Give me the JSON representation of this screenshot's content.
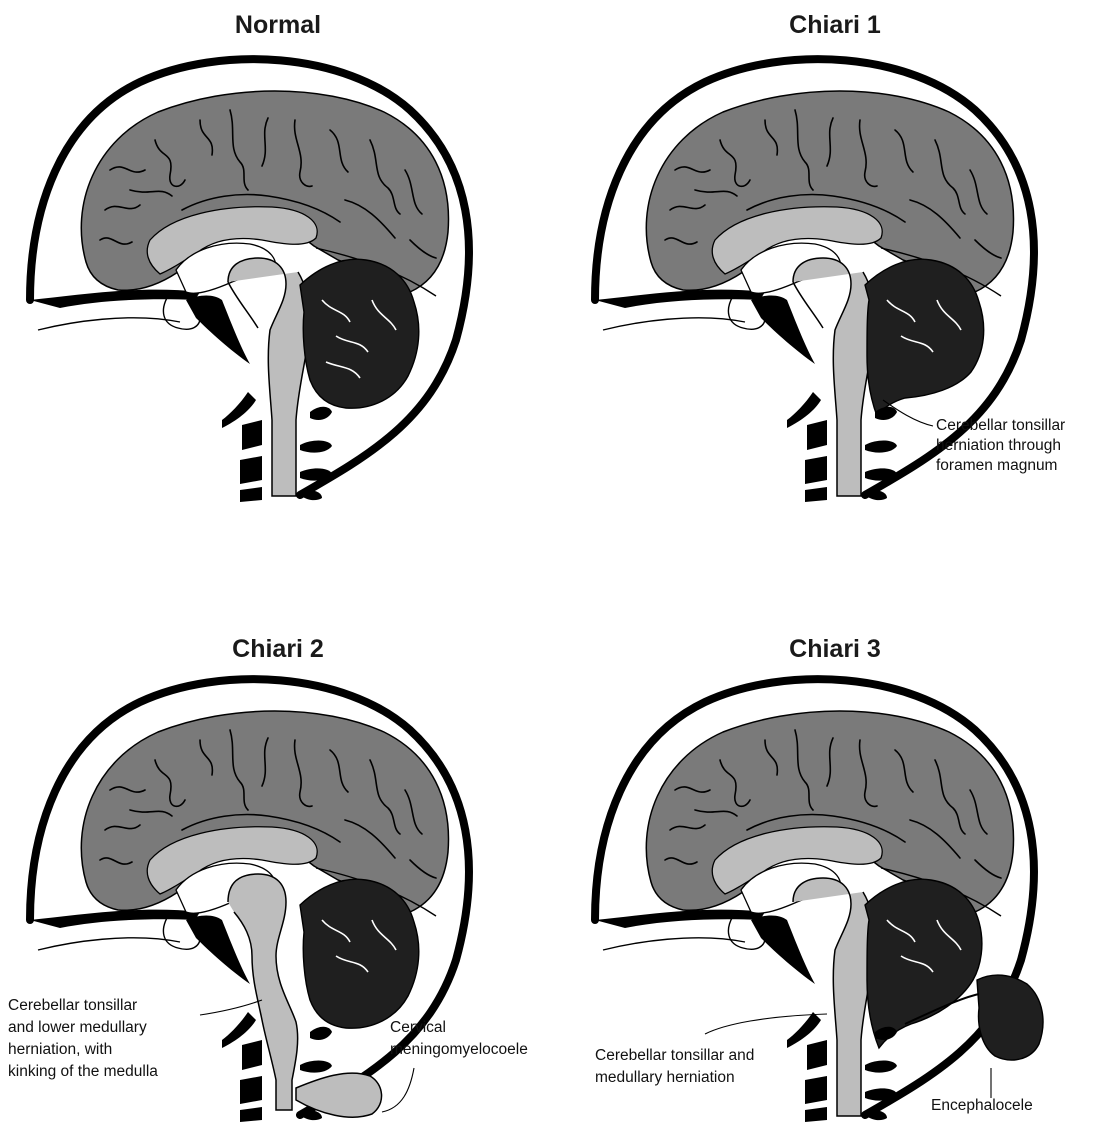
{
  "panels": [
    {
      "id": "normal",
      "title": "Normal",
      "labels": []
    },
    {
      "id": "chiari1",
      "title": "Chiari 1",
      "labels": [
        {
          "lines": [
            "Cerebellar tonsillar",
            "herniation through",
            "foramen magnum"
          ]
        }
      ]
    },
    {
      "id": "chiari2",
      "title": "Chiari 2",
      "labels": [
        {
          "lines": [
            "Cerebellar tonsillar",
            "and lower medullary",
            "herniation, with",
            "kinking of the medulla"
          ]
        },
        {
          "lines": [
            "Cervical",
            "meningomyelocoele"
          ]
        }
      ]
    },
    {
      "id": "chiari3",
      "title": "Chiari 3",
      "labels": [
        {
          "lines": [
            "Cerebellar tonsillar and",
            "medullary herniation"
          ]
        },
        {
          "lines": [
            "Encephalocele"
          ]
        }
      ]
    }
  ],
  "colors": {
    "cerebrum": "#7a7a7a",
    "brainstem": "#bdbdbd",
    "cerebellum": "#1f1f1f",
    "outline": "#000000",
    "background": "#ffffff"
  }
}
